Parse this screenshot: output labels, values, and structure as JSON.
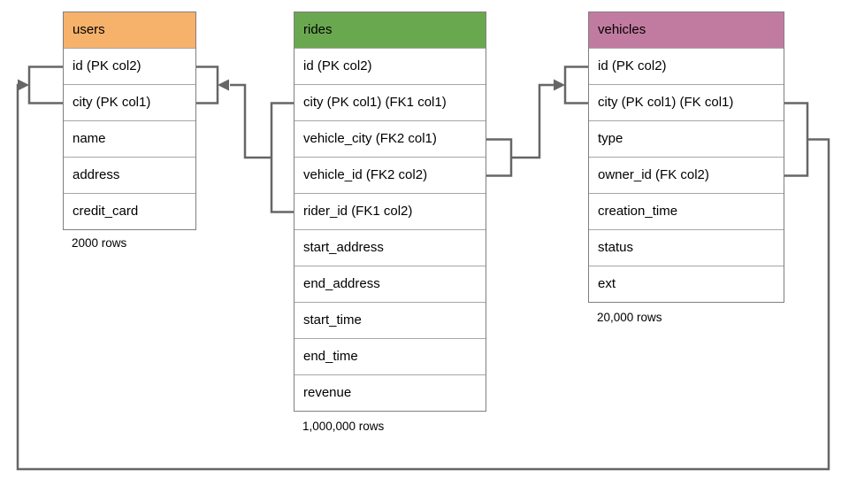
{
  "diagram": {
    "line_color": "#666666",
    "tables": [
      {
        "name": "users",
        "header_color": "#F6B26B",
        "columns": [
          "id (PK col2)",
          "city (PK col1)",
          "name",
          "address",
          "credit_card"
        ],
        "row_count": "2000 rows"
      },
      {
        "name": "rides",
        "header_color": "#6AA84F",
        "columns": [
          "id (PK col2)",
          "city (PK col1) (FK1 col1)",
          "vehicle_city (FK2 col1)",
          "vehicle_id (FK2 col2)",
          "rider_id (FK1 col2)",
          "start_address",
          "end_address",
          "start_time",
          "end_time",
          "revenue"
        ],
        "row_count": "1,000,000 rows"
      },
      {
        "name": "vehicles",
        "header_color": "#C27BA0",
        "columns": [
          "id (PK col2)",
          "city (PK col1) (FK col1)",
          "type",
          "owner_id (FK col2)",
          "creation_time",
          "status",
          "ext"
        ],
        "row_count": "20,000 rows"
      }
    ],
    "relationships": [
      {
        "from": "rides (city FK1 col1, rider_id FK1 col2)",
        "to": "users (city PK col1, id PK col2)"
      },
      {
        "from": "rides (vehicle_city FK2 col1, vehicle_id FK2 col2)",
        "to": "vehicles (city PK col1, id PK col2)"
      },
      {
        "from": "vehicles (city FK col1, owner_id FK col2)",
        "to": "users (city PK col1, id PK col2)"
      }
    ]
  }
}
